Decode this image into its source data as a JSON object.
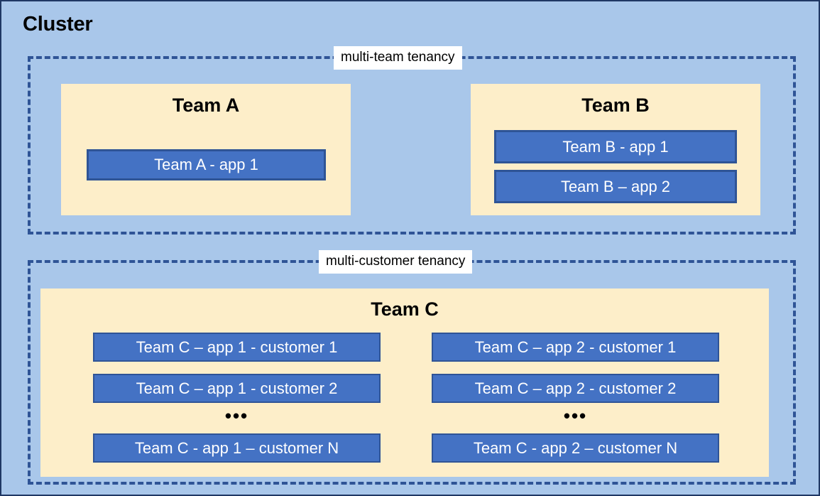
{
  "diagram": {
    "title": "Cluster",
    "colors": {
      "cluster_background": "#a9c7ea",
      "cluster_border": "#1f3864",
      "tenancy_dashed_border": "#2f5496",
      "team_container_fill": "#fdeec9",
      "app_fill": "#4472c4",
      "app_border": "#2f5496",
      "app_text": "#ffffff",
      "label_background": "#ffffff",
      "heading_text": "#000000"
    },
    "zones": [
      {
        "id": "multi-team",
        "label": "multi-team tenancy",
        "teams": [
          {
            "name": "Team A",
            "apps": [
              {
                "label": "Team A - app 1"
              }
            ]
          },
          {
            "name": "Team B",
            "apps": [
              {
                "label": "Team B - app 1"
              },
              {
                "label": "Team B – app 2"
              }
            ]
          }
        ]
      },
      {
        "id": "multi-customer",
        "label": "multi-customer tenancy",
        "teams": [
          {
            "name": "Team C",
            "columns": [
              {
                "id": "app-1",
                "apps": [
                  {
                    "label": "Team C – app 1 - customer 1"
                  },
                  {
                    "label": "Team C – app 1 - customer 2"
                  },
                  {
                    "label": "Team C - app 1 – customer N"
                  }
                ],
                "ellipsis": "•••"
              },
              {
                "id": "app-2",
                "apps": [
                  {
                    "label": "Team C – app 2 - customer 1"
                  },
                  {
                    "label": "Team C – app 2 - customer 2"
                  },
                  {
                    "label": "Team C - app 2 – customer N"
                  }
                ],
                "ellipsis": "•••"
              }
            ]
          }
        ]
      }
    ]
  }
}
